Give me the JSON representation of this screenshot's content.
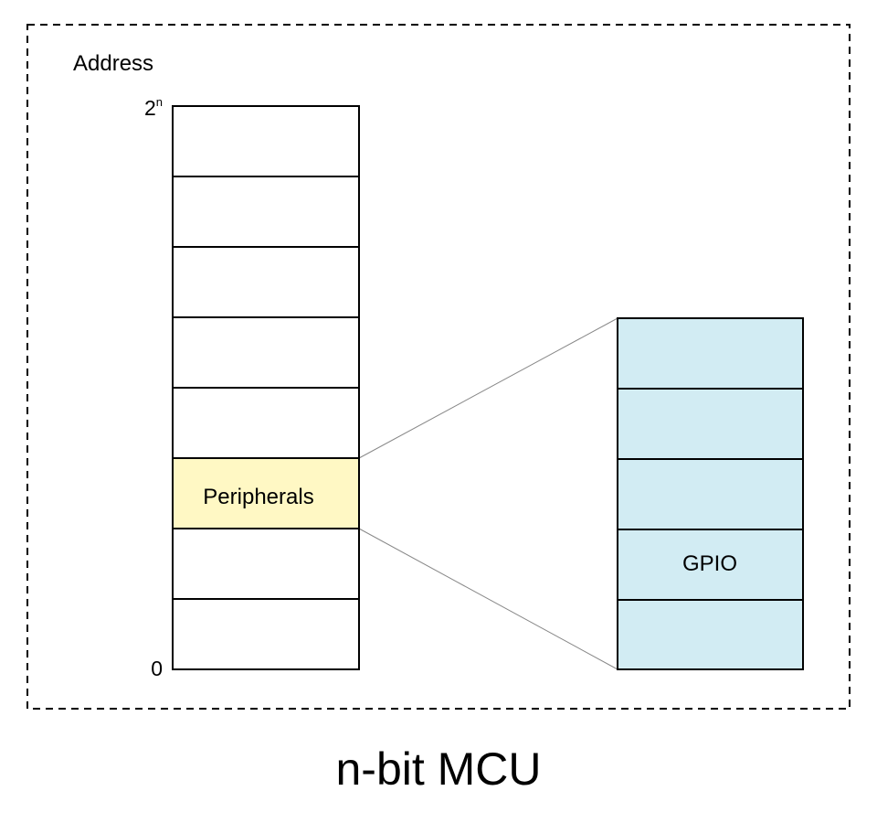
{
  "address_label": "Address",
  "addr_top_base": "2",
  "addr_top_exp": "n",
  "addr_bottom": "0",
  "memory_map": {
    "fill_default": "#ffffff",
    "fill_highlight": "#fff8c4",
    "highlight_label": "Peripherals"
  },
  "peripheral_map": {
    "fill": "#d2ecf3",
    "highlight_label": "GPIO"
  },
  "caption": "n-bit MCU"
}
